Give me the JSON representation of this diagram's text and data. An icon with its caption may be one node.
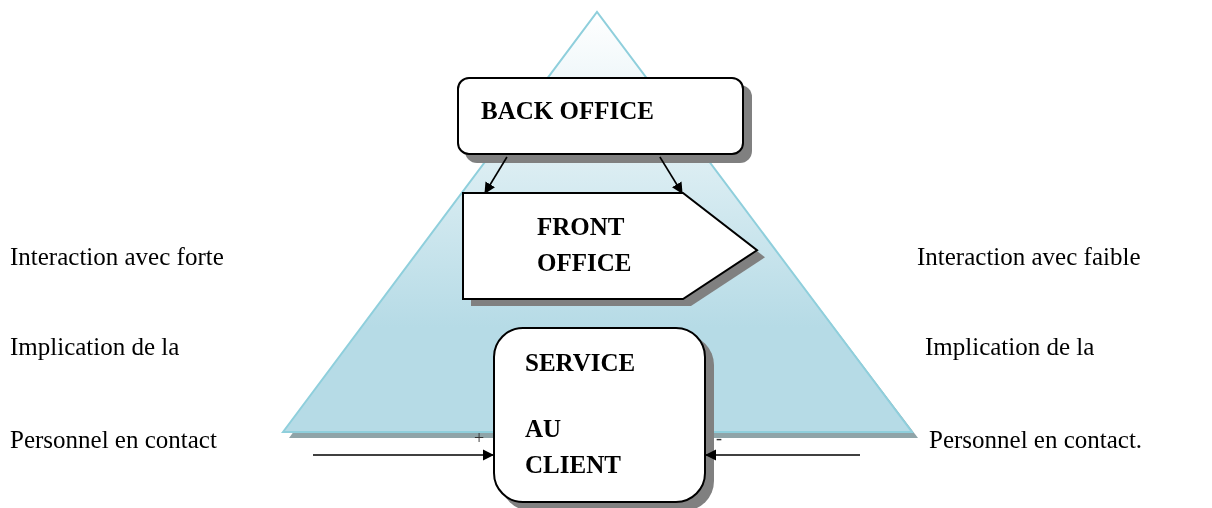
{
  "diagram": {
    "nodes": [
      {
        "text": [
          "BACK OFFICE"
        ]
      },
      {
        "text": [
          "FRONT OFFICE"
        ]
      },
      {
        "text": [
          "SERVICE",
          "AU CLIENT"
        ]
      }
    ],
    "edges": [
      {
        "from": 0,
        "to": 1,
        "arrow": "to"
      },
      {
        "from": 0,
        "to": 1,
        "arrow": "to"
      },
      {
        "from": null,
        "to": 2,
        "arrow": "to"
      },
      {
        "from": null,
        "to": 2,
        "arrow": "to"
      }
    ],
    "labels": [
      "Interaction avec forte",
      "Interaction avec faible",
      "Implication de la",
      "Implication de la",
      "Personnel en contact",
      "+",
      "-",
      "Personnel en contact."
    ]
  }
}
